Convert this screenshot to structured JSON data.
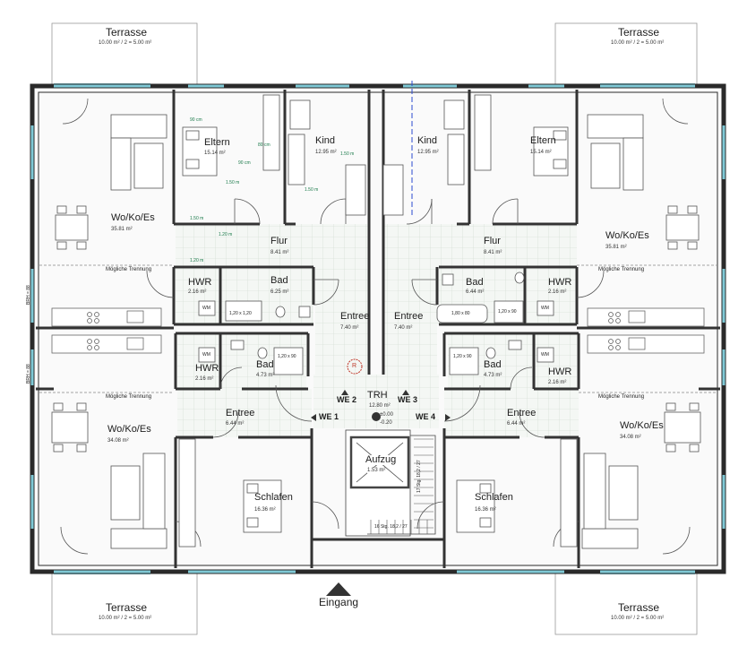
{
  "plan": {
    "terraces": [
      {
        "label": "Terrasse",
        "area": "10.00 m² / 2 = 5.00 m²"
      },
      {
        "label": "Terrasse",
        "area": "10.00 m² / 2 = 5.00 m²"
      },
      {
        "label": "Terrasse",
        "area": "10.00 m² / 2 = 5.00 m²"
      },
      {
        "label": "Terrasse",
        "area": "10.00 m² / 2 = 5.00 m²"
      }
    ],
    "rooms": [
      {
        "id": "wokoes-tl",
        "name": "Wo/Ko/Es",
        "area": "35.81 m²"
      },
      {
        "id": "eltern-l",
        "name": "Eltern",
        "area": "15.14 m²"
      },
      {
        "id": "kind-l",
        "name": "Kind",
        "area": "12.95 m²"
      },
      {
        "id": "kind-r",
        "name": "Kind",
        "area": "12.95 m²"
      },
      {
        "id": "eltern-r",
        "name": "Eltern",
        "area": "15.14 m²"
      },
      {
        "id": "wokoes-tr",
        "name": "Wo/Ko/Es",
        "area": "35.81 m²"
      },
      {
        "id": "flur-l",
        "name": "Flur",
        "area": "8.41 m²"
      },
      {
        "id": "flur-r",
        "name": "Flur",
        "area": "8.41 m²"
      },
      {
        "id": "hwr-tl",
        "name": "HWR",
        "area": "2.16 m²"
      },
      {
        "id": "bad-tl",
        "name": "Bad",
        "area": "6.25 m²"
      },
      {
        "id": "entree-tl",
        "name": "Entree",
        "area": "7.40 m²"
      },
      {
        "id": "entree-tr",
        "name": "Entree",
        "area": "7.40 m²"
      },
      {
        "id": "bad-tr",
        "name": "Bad",
        "area": "6.44 m²"
      },
      {
        "id": "hwr-tr",
        "name": "HWR",
        "area": "2.16 m²"
      },
      {
        "id": "hwr-bl",
        "name": "HWR",
        "area": "2.16 m²"
      },
      {
        "id": "bad-bl",
        "name": "Bad",
        "area": "4.73 m²"
      },
      {
        "id": "bad-br",
        "name": "Bad",
        "area": "4.73 m²"
      },
      {
        "id": "hwr-br",
        "name": "HWR",
        "area": "2.16 m²"
      },
      {
        "id": "wokoes-bl",
        "name": "Wo/Ko/Es",
        "area": "34.08 m²"
      },
      {
        "id": "entree-bl",
        "name": "Entree",
        "area": "6.44 m²"
      },
      {
        "id": "entree-br",
        "name": "Entree",
        "area": "6.44 m²"
      },
      {
        "id": "wokoes-br",
        "name": "Wo/Ko/Es",
        "area": "34.08 m²"
      },
      {
        "id": "schlafen-l",
        "name": "Schlafen",
        "area": "16.36 m²"
      },
      {
        "id": "schlafen-r",
        "name": "Schlafen",
        "area": "16.36 m²"
      },
      {
        "id": "aufzug",
        "name": "Aufzug",
        "area": "1.53 m²"
      },
      {
        "id": "trh",
        "name": "TRH",
        "area": "12.80 m²"
      }
    ],
    "levels": [
      "±0.00",
      "-0.20"
    ],
    "units": [
      "WE 1",
      "WE 2",
      "WE 3",
      "WE 4"
    ],
    "entrance": "Eingang",
    "separation_note": "Mögliche Trennung",
    "dims": [
      "90 cm",
      "90 cm",
      "80 cm",
      "1.50 m",
      "1.50 m",
      "1.50 m",
      "1.50 m",
      "1.20 m",
      "1.20 m"
    ],
    "fixtures": {
      "wm": "WM",
      "shower_a": "1,20 x 1,20",
      "shower_b": "1,20 x 90",
      "tub": "1,80 x 80"
    },
    "stairs": [
      "16 Stg. 18,2 / 27",
      "17 Stg. 18,2 / 27"
    ],
    "side_notes": [
      "BRH = 88",
      "BRH = 88"
    ],
    "symbol_r": "R"
  }
}
